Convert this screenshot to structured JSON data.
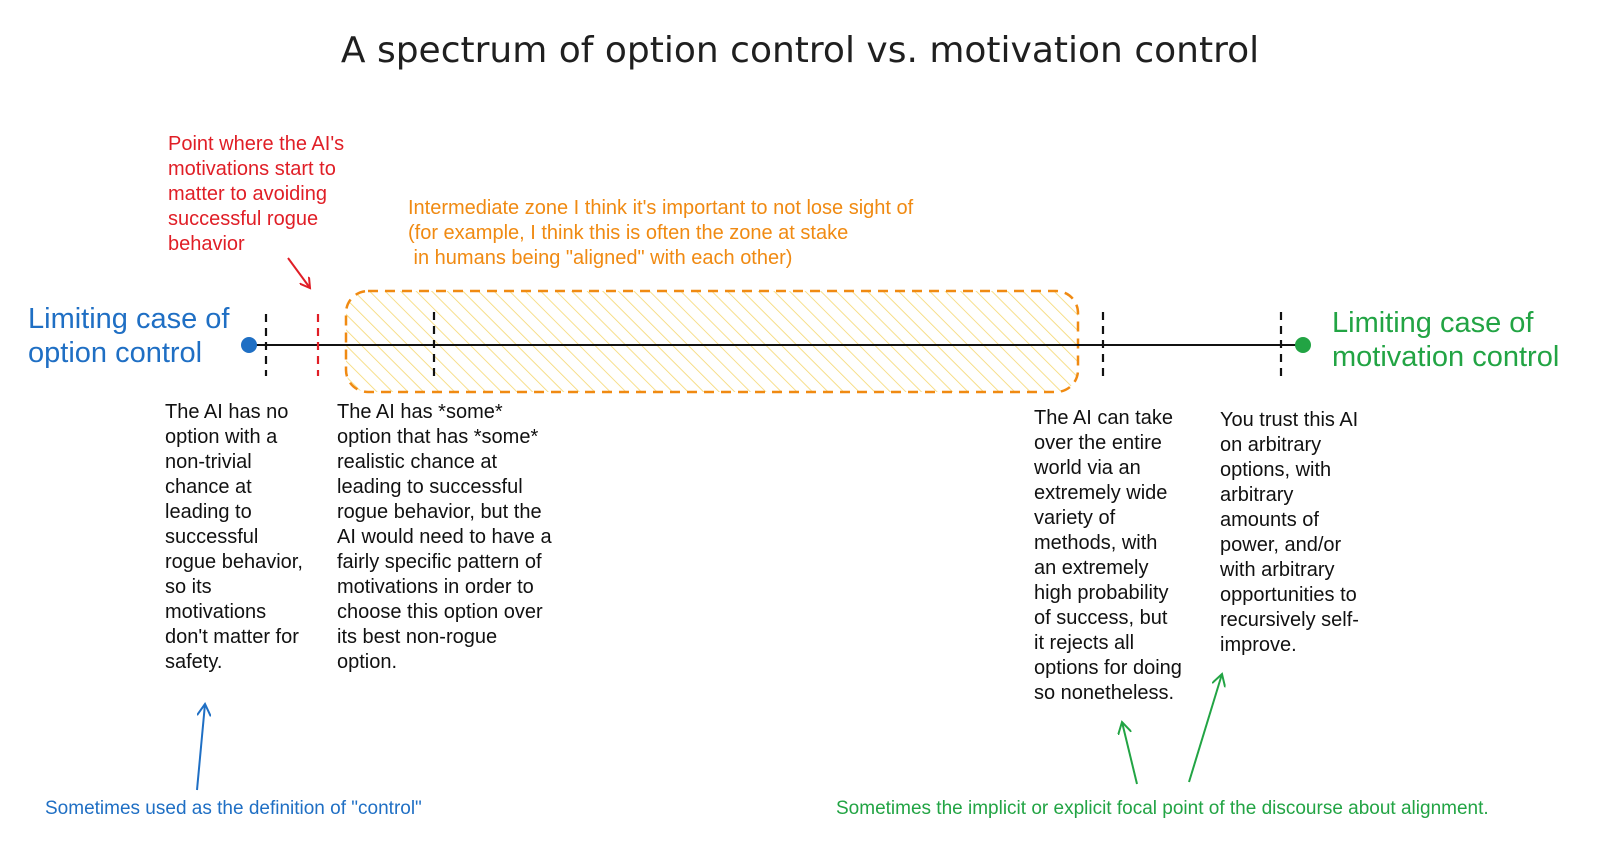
{
  "title": "A spectrum of option control vs. motivation control",
  "annotations": {
    "red_point": "Point where the AI's\nmotivations start to\nmatter to avoiding\nsuccessful rogue\nbehavior",
    "intermediate_zone": "Intermediate zone I think it's important to not lose sight of\n(for example, I think this is often the zone at stake\n in humans being \"aligned\" with each other)"
  },
  "ends": {
    "left": "Limiting case of\noption control",
    "right": "Limiting case of\nmotivation control"
  },
  "descriptions": {
    "no_option": "The AI has no\noption with a\nnon-trivial\nchance at\nleading to\nsuccessful\nrogue behavior,\nso its\nmotivations\ndon't matter for\nsafety.",
    "some_option": "The AI has *some*\noption that has *some*\nrealistic chance at\nleading to successful\nrogue behavior, but the\nAI would need to have a\nfairly specific pattern of\nmotivations in order to\nchoose this option over\nits best non-rogue\noption.",
    "take_over": "The AI can take\nover the entire\nworld via an\nextremely wide\nvariety of\nmethods, with\nan extremely\nhigh probability\nof success, but\nit rejects all\noptions for doing\nso nonetheless.",
    "trust": "You trust this AI\non arbitrary\noptions, with\narbitrary\namounts of\npower, and/or\nwith arbitrary\nopportunities to\nrecursively self-\nimprove."
  },
  "footnotes": {
    "control_definition": "Sometimes used as the definition of \"control\"",
    "alignment_focal": "Sometimes the implicit or explicit focal point of the discourse about alignment."
  },
  "colors": {
    "blue": "#1f6fc4",
    "green": "#22a444",
    "red": "#e01e26",
    "orange": "#f08a12",
    "hatch": "#f5d76e",
    "line": "#111111"
  }
}
